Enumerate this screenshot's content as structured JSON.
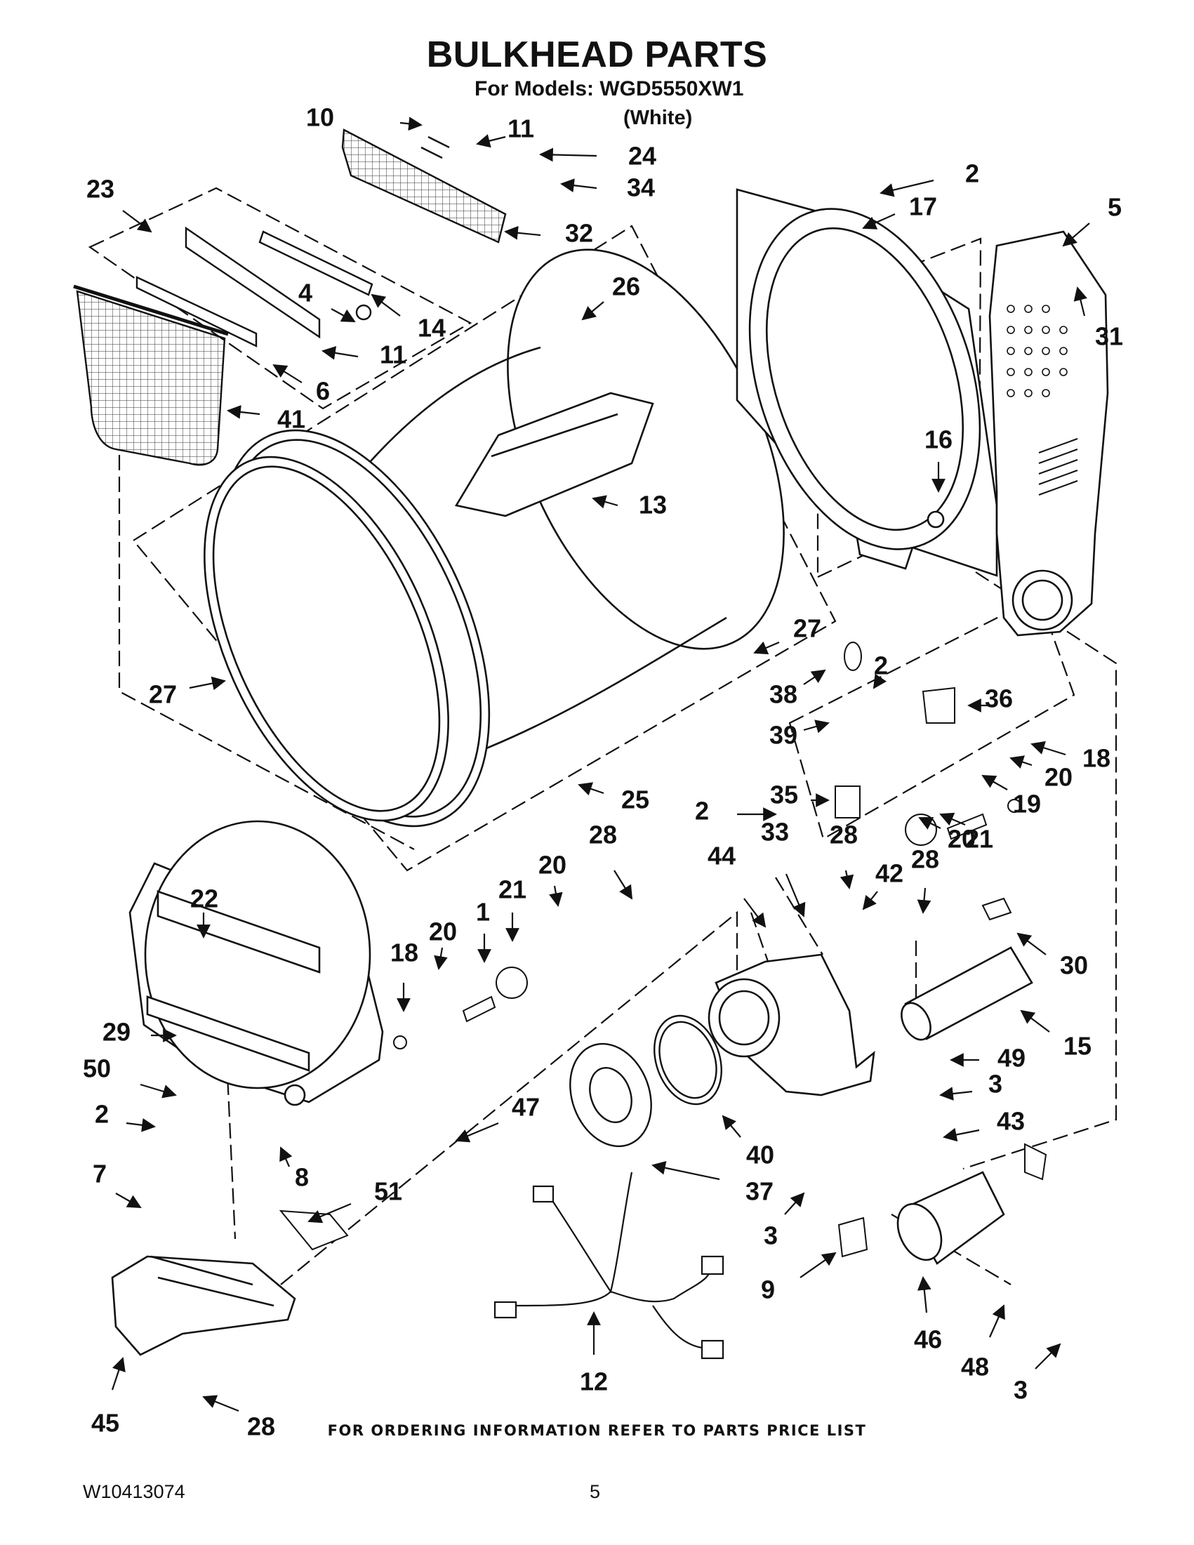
{
  "header": {
    "title": "BULKHEAD PARTS",
    "models_line": "For Models: WGD5550XW1",
    "variant": "(White)"
  },
  "callouts": [
    "10",
    "11",
    "24",
    "34",
    "2",
    "17",
    "5",
    "23",
    "32",
    "26",
    "31",
    "4",
    "14",
    "11",
    "6",
    "41",
    "16",
    "13",
    "27",
    "27",
    "2",
    "36",
    "38",
    "39",
    "18",
    "35",
    "20",
    "2",
    "25",
    "19",
    "21",
    "20",
    "28",
    "28",
    "33",
    "44",
    "42",
    "28",
    "20",
    "22",
    "20",
    "21",
    "1",
    "18",
    "30",
    "15",
    "29",
    "49",
    "3",
    "50",
    "2",
    "47",
    "43",
    "8",
    "40",
    "7",
    "37",
    "3",
    "51",
    "9",
    "46",
    "48",
    "12",
    "3",
    "45",
    "28"
  ],
  "footer": {
    "ordering_note": "FOR ORDERING INFORMATION REFER TO PARTS PRICE LIST",
    "doc_number": "W10413074",
    "page": "5"
  }
}
